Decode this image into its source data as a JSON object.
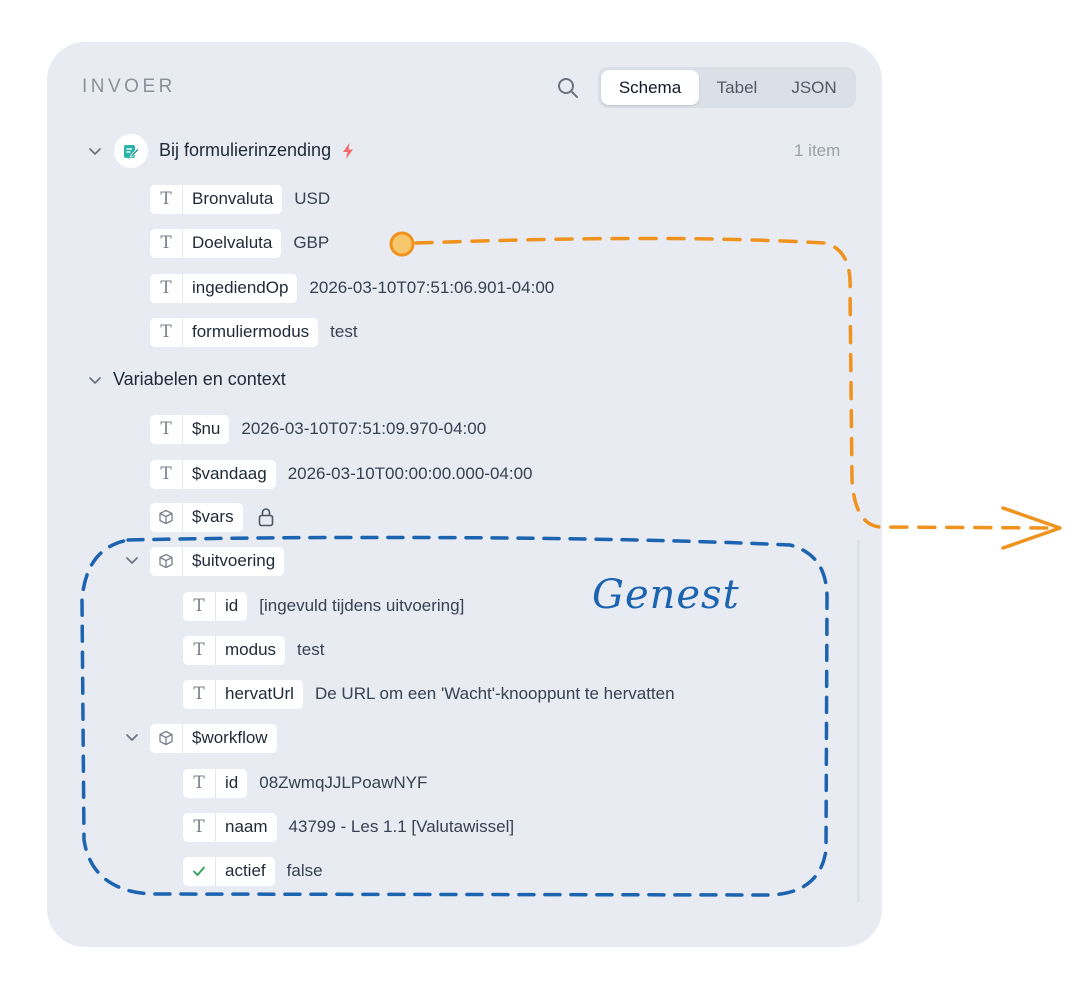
{
  "panel": {
    "title": "INVOER",
    "tabs": [
      {
        "label": "Schema",
        "active": true
      },
      {
        "label": "Tabel",
        "active": false
      },
      {
        "label": "JSON",
        "active": false
      }
    ]
  },
  "trigger": {
    "label": "Bij formulierinzending",
    "count": "1 item",
    "icon": "form-edit-icon",
    "badge_icon": "lightning-icon",
    "fields": [
      {
        "type": "text",
        "name": "Bronvaluta",
        "value": "USD"
      },
      {
        "type": "text",
        "name": "Doelvaluta",
        "value": "GBP"
      },
      {
        "type": "text",
        "name": "ingediendOp",
        "value": "2026-03-10T07:51:06.901-04:00"
      },
      {
        "type": "text",
        "name": "formuliermodus",
        "value": "test"
      }
    ]
  },
  "context": {
    "label": "Variabelen en context",
    "fields": [
      {
        "type": "text",
        "name": "$nu",
        "value": "2026-03-10T07:51:09.970-04:00"
      },
      {
        "type": "text",
        "name": "$vandaag",
        "value": "2026-03-10T00:00:00.000-04:00"
      },
      {
        "type": "object",
        "name": "$vars",
        "icon": "lock-icon"
      }
    ],
    "uitvoering": {
      "name": "$uitvoering",
      "fields": [
        {
          "type": "text",
          "name": "id",
          "value": "[ingevuld tijdens uitvoering]"
        },
        {
          "type": "text",
          "name": "modus",
          "value": "test"
        },
        {
          "type": "text",
          "name": "hervatUrl",
          "value": "De URL om een 'Wacht'-knooppunt te hervatten"
        }
      ]
    },
    "workflow": {
      "name": "$workflow",
      "fields": [
        {
          "type": "text",
          "name": "id",
          "value": "08ZwmqJJLPoawNYF"
        },
        {
          "type": "text",
          "name": "naam",
          "value": "43799 - Les 1.1 [Valutawissel]"
        },
        {
          "type": "boolean",
          "name": "actief",
          "value": "false"
        }
      ]
    }
  },
  "annotation": {
    "label": "Genest",
    "colors": {
      "nested_outline": "#1c63b0",
      "arrow": "#f0921e"
    }
  },
  "icon_glyphs": {
    "text": "T"
  }
}
